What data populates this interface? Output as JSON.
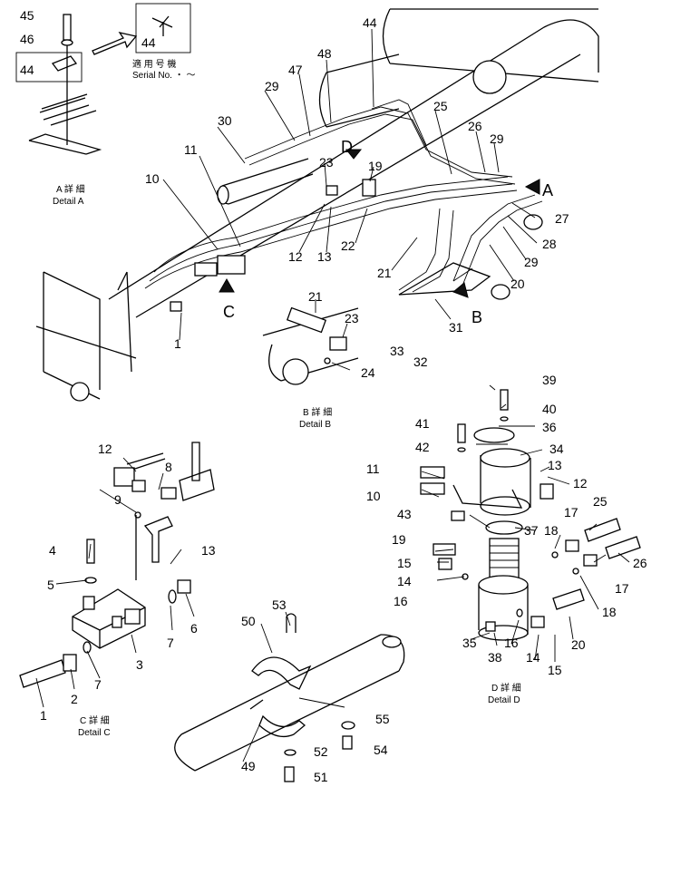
{
  "callouts": {
    "c1": "1",
    "c2": "2",
    "c3": "3",
    "c4": "4",
    "c5": "5",
    "c6": "6",
    "c7": "7",
    "c8": "8",
    "c9": "9",
    "c10": "10",
    "c11": "11",
    "c12": "12",
    "c13": "13",
    "c14": "14",
    "c15": "15",
    "c16": "16",
    "c17": "17",
    "c18": "18",
    "c19": "19",
    "c20": "20",
    "c21": "21",
    "c22": "22",
    "c23": "23",
    "c24": "24",
    "c25": "25",
    "c26": "26",
    "c27": "27",
    "c28": "28",
    "c29": "29",
    "c30": "30",
    "c31": "31",
    "c32": "32",
    "c33": "33",
    "c34": "34",
    "c35": "35",
    "c36": "36",
    "c37": "37",
    "c38": "38",
    "c39": "39",
    "c40": "40",
    "c41": "41",
    "c42": "42",
    "c43": "43",
    "c44": "44",
    "c45": "45",
    "c46": "46",
    "c47": "47",
    "c48": "48",
    "c49": "49",
    "c50": "50",
    "c51": "51",
    "c52": "52",
    "c53": "53",
    "c54": "54",
    "c55": "55"
  },
  "view_letters": {
    "A": "A",
    "B": "B",
    "C": "C",
    "D": "D"
  },
  "captions": {
    "detail_a_jp": "A 詳 細",
    "detail_a": "Detail A",
    "detail_b_jp": "B 詳 細",
    "detail_b": "Detail B",
    "detail_c_jp": "C 詳 細",
    "detail_c": "Detail C",
    "detail_d_jp": "D 詳 細",
    "detail_d": "Detail D",
    "serial_jp": "適 用 号 機",
    "serial": "Serial No. ・ ～"
  }
}
